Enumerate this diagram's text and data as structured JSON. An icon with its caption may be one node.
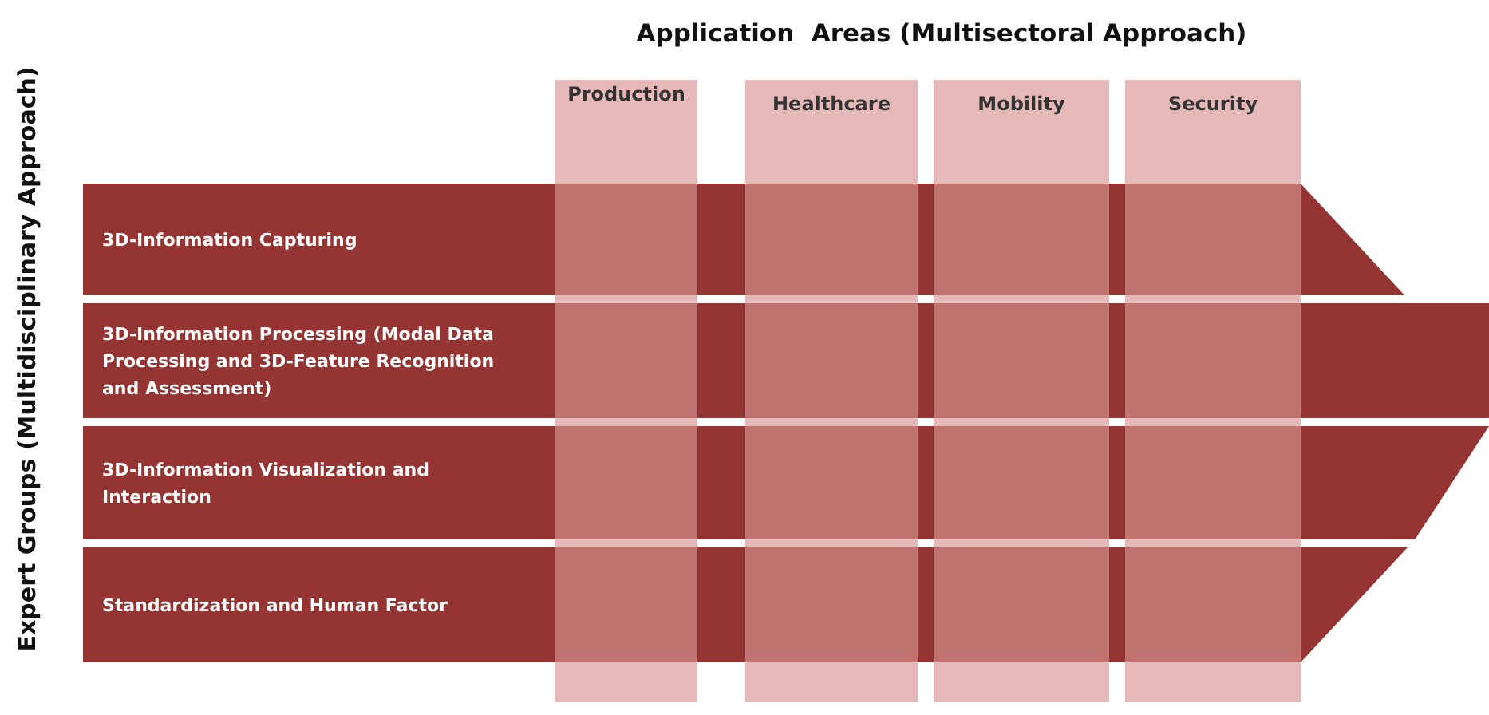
{
  "diagram": {
    "title": "Application  Areas (Multisectoral Approach)",
    "nodes": [
      {
        "text": [
          "3D-Information Capturing"
        ]
      },
      {
        "text": [
          "3D-Information Processing (Modal Data Processing and 3D-Feature Recognition and Assessment)"
        ]
      },
      {
        "text": [
          "3D-Information Visualization and Interaction"
        ]
      },
      {
        "text": [
          "Standardization and Human Factor"
        ]
      },
      {
        "text": [
          "Production"
        ]
      },
      {
        "text": [
          "Healthcare"
        ]
      },
      {
        "text": [
          "Mobility"
        ]
      },
      {
        "text": [
          "Security"
        ]
      }
    ],
    "labels": [
      "Expert Groups (Multidisciplinary Approach)"
    ]
  }
}
